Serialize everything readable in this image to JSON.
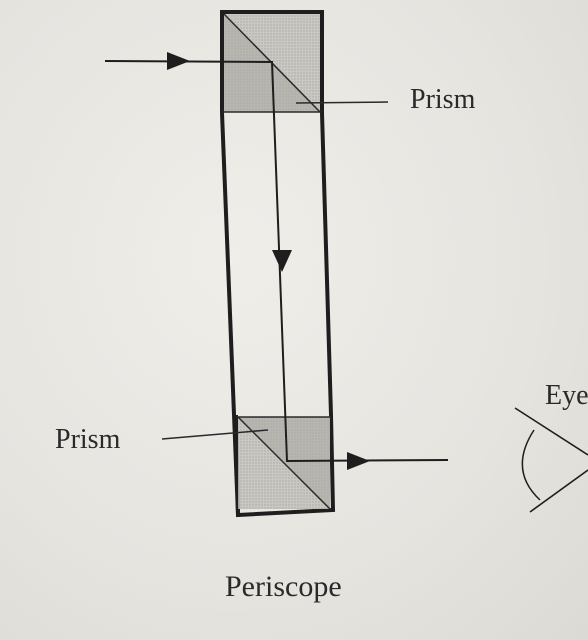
{
  "labels": {
    "prism_top": "Prism",
    "prism_bottom": "Prism",
    "eye": "Eye",
    "caption": "Periscope"
  },
  "colors": {
    "line": "#1e1e1e",
    "prism_fill": "#b9b7b2",
    "paper": "#e9e7e2"
  }
}
